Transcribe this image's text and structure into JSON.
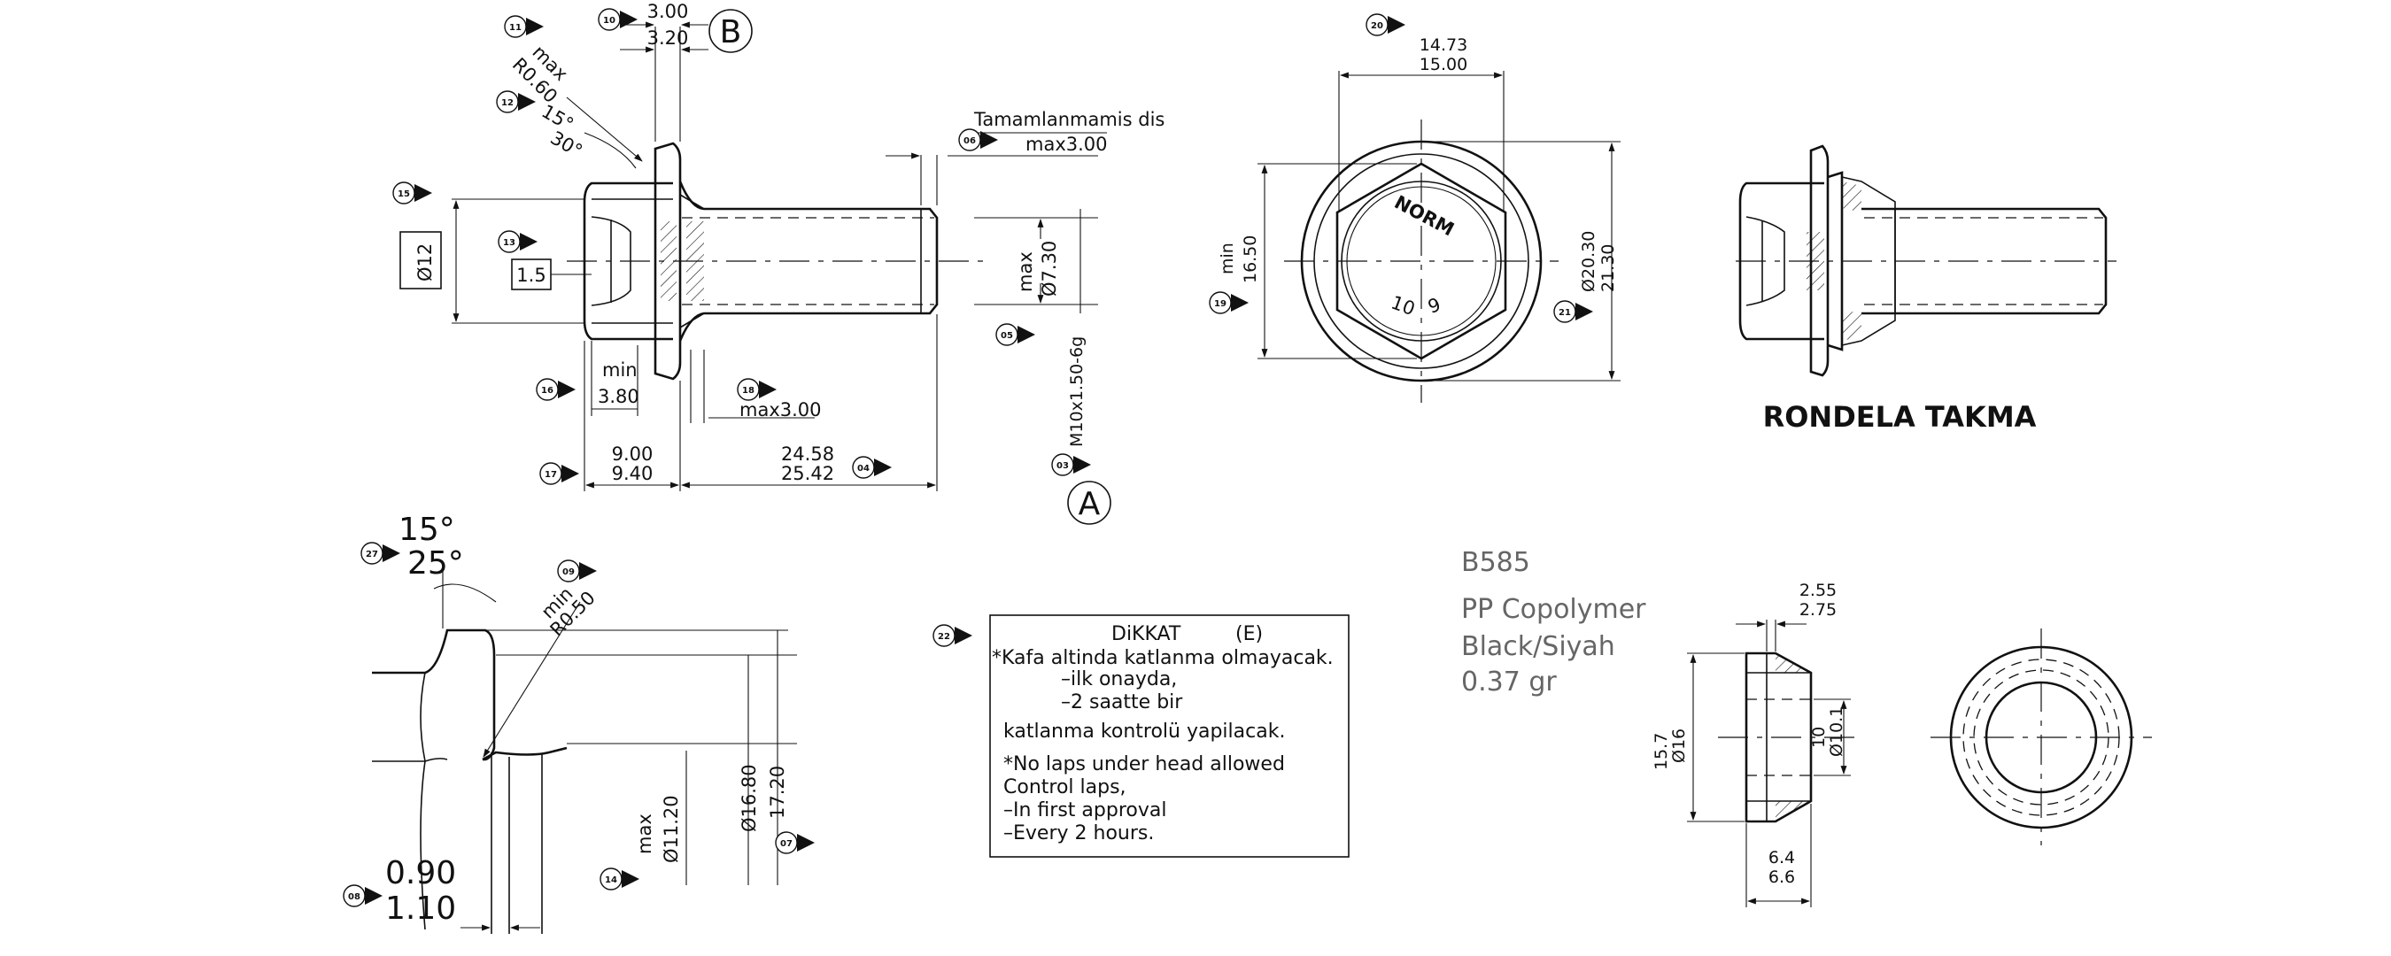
{
  "callouts": [
    "11",
    "10",
    "12",
    "15",
    "13",
    "16",
    "17",
    "06",
    "05",
    "18",
    "04",
    "03",
    "20",
    "19",
    "21",
    "27",
    "09",
    "08",
    "14",
    "07",
    "22"
  ],
  "labels": {
    "detail_B": "B",
    "detail_A": "A",
    "side_title": "RONDELA TAKMA",
    "part_no": "B585",
    "material": "PP Copolymer",
    "color": "Black/Siyah",
    "weight": "0.37 gr",
    "unfinished_thread": "Tamamlanmamis dis",
    "head_mark_1": "NORM",
    "head_mark_2": "10",
    "head_mark_3": "9"
  },
  "dims": {
    "max_word": "max",
    "min_word": "min",
    "r060": "R0.60",
    "a15": "15°",
    "a30": "30°",
    "d300": "3.00",
    "d320": "3.20",
    "phi12": "Ø12",
    "box15": "1.5",
    "d380": "3.80",
    "max300": "max3.00",
    "phi730": "Ø7.30",
    "thread": "M10x1.50-6g",
    "d900": "9.00",
    "d940": "9.40",
    "d2458": "24.58",
    "d2542": "25.42",
    "d1473": "14.73",
    "d1500": "15.00",
    "d1650": "16.50",
    "phi2030": "Ø20.30",
    "d2130": "21.30",
    "a15b": "15°",
    "a25": "25°",
    "r050": "R0.50",
    "phi1120": "Ø11.20",
    "phi1680": "Ø16.80",
    "d1720": "17.20",
    "d090": "0.90",
    "d110": "1.10",
    "d255": "2.55",
    "d275": "2.75",
    "d157": "15.7",
    "phi16": "Ø16",
    "d10": "10",
    "phi101": "Ø10.1",
    "d64": "6.4",
    "d66": "6.6"
  },
  "note_box": {
    "title": "DiKKAT",
    "ref": "(E)",
    "lines": [
      "*Kafa altinda katlanma olmayacak.",
      "–ilk onayda,",
      "–2 saatte bir",
      "katlanma kontrolü yapilacak.",
      "*No laps under head allowed",
      "Control laps,",
      "–In first approval",
      "–Every 2 hours."
    ]
  }
}
